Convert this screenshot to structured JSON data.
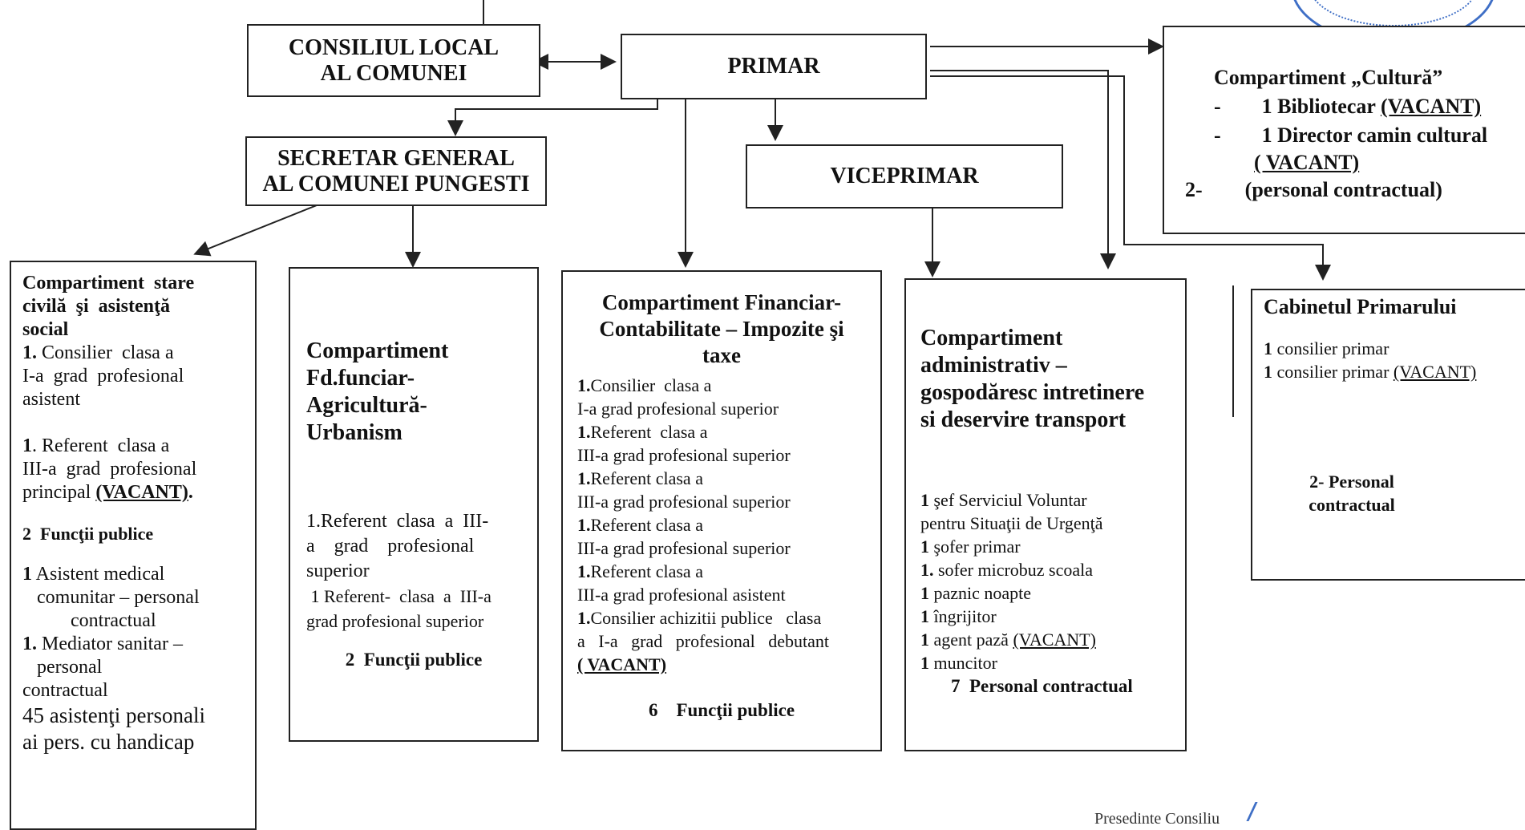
{
  "colors": {
    "stroke": "#222222",
    "stamp": "#3f6fc6"
  },
  "top": {
    "consiliu": [
      "CONSILIUL LOCAL",
      "AL COMUNEI"
    ],
    "primar": "PRIMAR",
    "secretar": [
      "SECRETAR GENERAL",
      "AL COMUNEI PUNGESTI"
    ],
    "viceprimar": "VICEPRIMAR"
  },
  "cultura": {
    "title": "Compartiment „Cultură”",
    "items": [
      {
        "bullet": "-",
        "text": "1 Bibliotecar",
        "vacant": "(VACANT)"
      },
      {
        "bullet": "-",
        "text": "1 Director camin cultural",
        "vacant": ""
      }
    ],
    "vacant_line": "( VACANT)",
    "footer_num": "2-",
    "footer_text": "(personal contractual)"
  },
  "stare": {
    "title1": "Compartiment  stare",
    "title2": "civilă  şi  asistenţă",
    "title3": "social",
    "lines": [
      {
        "b": "1.",
        "t": " Consilier  clasa a"
      },
      {
        "b": "",
        "t": "I-a  grad  profesional"
      },
      {
        "b": "",
        "t": "asistent"
      },
      {
        "b": "",
        "t": ""
      },
      {
        "b": "1",
        "t": ". Referent  clasa a"
      },
      {
        "b": "",
        "t": "III-a  grad  profesional"
      }
    ],
    "principal": "principal",
    "principal_vac": "(VACANT)",
    "principal_end": ".",
    "functii": "2  Funcţii publice",
    "asistent": [
      {
        "b": "1",
        "t": " Asistent medical"
      },
      {
        "b": "",
        "t": "   comunitar – personal"
      },
      {
        "b": "",
        "t": "          contractual"
      },
      {
        "b": "1.",
        "t": " Mediator sanitar –"
      },
      {
        "b": "",
        "t": "   personal"
      },
      {
        "b": "",
        "t": "contractual"
      }
    ],
    "asist_pers": [
      "45  asistenţi  personali",
      "ai pers. cu handicap"
    ]
  },
  "funciar": {
    "title": [
      "Compartiment",
      "Fd.funciar-",
      "Agricultură-",
      "Urbanism"
    ],
    "lines": [
      "1.Referent  clasa  a  III-",
      "a    grad    profesional",
      "superior",
      " 1 Referent-  clasa  a  III-a",
      "grad profesional superior"
    ],
    "functii": "2  Funcţii publice"
  },
  "financiar": {
    "title": [
      "Compartiment Financiar-",
      "Contabilitate – Impozite şi",
      "taxe"
    ],
    "lines": [
      {
        "b": "1.",
        "t": "Consilier  clasa a"
      },
      {
        "b": "",
        "t": "I-a grad profesional superior"
      },
      {
        "b": "1.",
        "t": "Referent  clasa a"
      },
      {
        "b": "",
        "t": "III-a grad profesional superior"
      },
      {
        "b": "1.",
        "t": "Referent clasa a"
      },
      {
        "b": "",
        "t": "III-a grad profesional superior"
      },
      {
        "b": "1.",
        "t": "Referent clasa a"
      },
      {
        "b": "",
        "t": "III-a grad profesional superior"
      },
      {
        "b": "1.",
        "t": "Referent clasa a"
      },
      {
        "b": "",
        "t": "III-a grad profesional asistent"
      },
      {
        "b": "1.",
        "t": "Consilier achizitii publice   clasa"
      },
      {
        "b": "",
        "t": "a   I-a   grad   profesional   debutant"
      }
    ],
    "vacant": "( VACANT)",
    "functii": "6    Funcţii publice"
  },
  "administrativ": {
    "title": [
      "Compartiment",
      "administrativ –",
      "gospodăresc intretinere",
      "si deservire transport"
    ],
    "lines": [
      {
        "b": "1",
        "t": " şef Serviciul Voluntar",
        "v": ""
      },
      {
        "b": "",
        "t": "pentru Situaţii de Urgenţă",
        "v": ""
      },
      {
        "b": "1",
        "t": " şofer primar",
        "v": ""
      },
      {
        "b": "1.",
        "t": " sofer microbuz scoala",
        "v": ""
      },
      {
        "b": "1",
        "t": " paznic noapte",
        "v": ""
      },
      {
        "b": "1",
        "t": " îngrijitor",
        "v": ""
      },
      {
        "b": "1",
        "t": " agent pază ",
        "v": "(VACANT)"
      },
      {
        "b": "1",
        "t": " muncitor",
        "v": ""
      }
    ],
    "footer": "7  Personal contractual"
  },
  "cabinet": {
    "title": "Cabinetul Primarului",
    "lines": [
      {
        "b": "1",
        "t": " consilier primar",
        "v": ""
      },
      {
        "b": "1",
        "t": " consilier primar ",
        "v": "(VACANT)"
      }
    ],
    "footer": [
      "2-  Personal",
      "contractual"
    ]
  },
  "bottom_text": "Presedinte Consiliu"
}
